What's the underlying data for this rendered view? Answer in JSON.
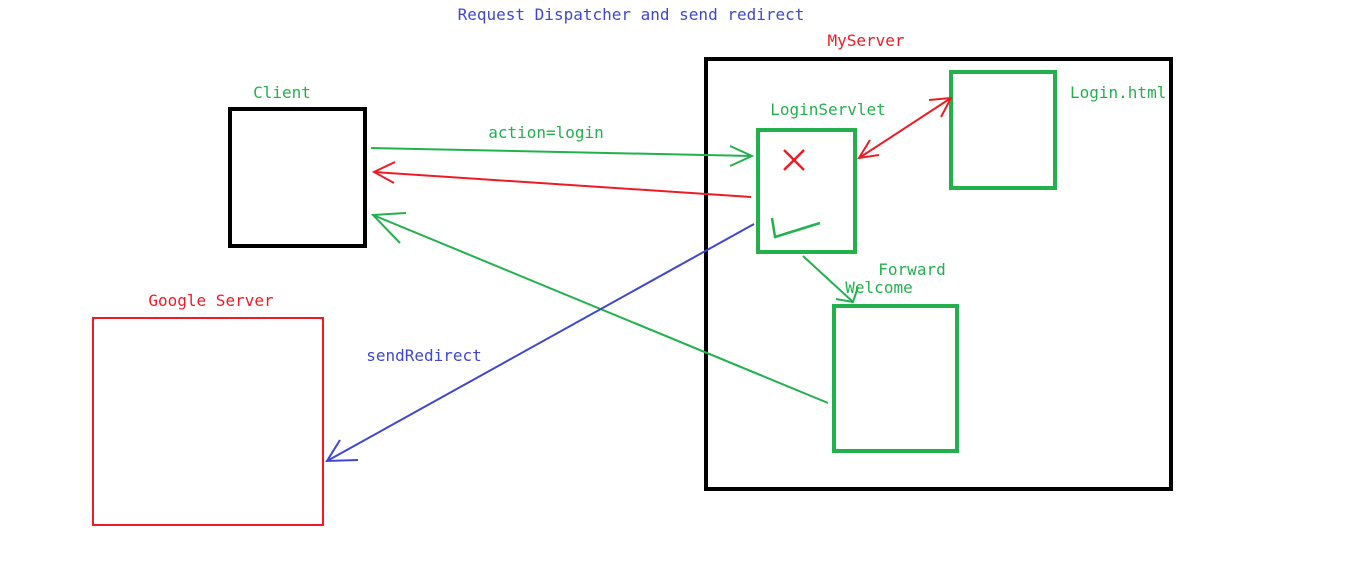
{
  "colors": {
    "background": "#ffffff",
    "black": "#000000",
    "green": "#22b14c",
    "red": "#ed1c24",
    "blue": "#3f48cc"
  },
  "title": "Request Dispatcher and send redirect",
  "nodes": {
    "client": {
      "label": "Client",
      "color": "black"
    },
    "myserver": {
      "label": "MyServer",
      "color": "black"
    },
    "login_servlet": {
      "label": "LoginServlet",
      "color": "green"
    },
    "login_html": {
      "label": "Login.html",
      "color": "green"
    },
    "welcome": {
      "label": "Welcome",
      "color": "green"
    },
    "google_server": {
      "label": "Google Server",
      "color": "red"
    }
  },
  "edges": {
    "request": {
      "label": "action=login",
      "from": "client",
      "to": "login_servlet",
      "color": "green"
    },
    "failure_response": {
      "label": "",
      "from": "login_servlet",
      "to": "client",
      "color": "red"
    },
    "servlet_html": {
      "label": "",
      "from": "login_servlet",
      "to": "login_html",
      "color": "red",
      "bidirectional": true
    },
    "forward": {
      "label": "Forward",
      "from": "login_servlet",
      "to": "welcome",
      "color": "green"
    },
    "welcome_response": {
      "label": "",
      "from": "welcome",
      "to": "client",
      "color": "green"
    },
    "send_redirect": {
      "label": "sendRedirect",
      "from": "login_servlet",
      "to": "google_server",
      "color": "blue"
    }
  },
  "marks": {
    "failure_mark": {
      "symbol": "cross",
      "color": "red"
    },
    "success_mark": {
      "symbol": "check",
      "color": "green"
    }
  }
}
